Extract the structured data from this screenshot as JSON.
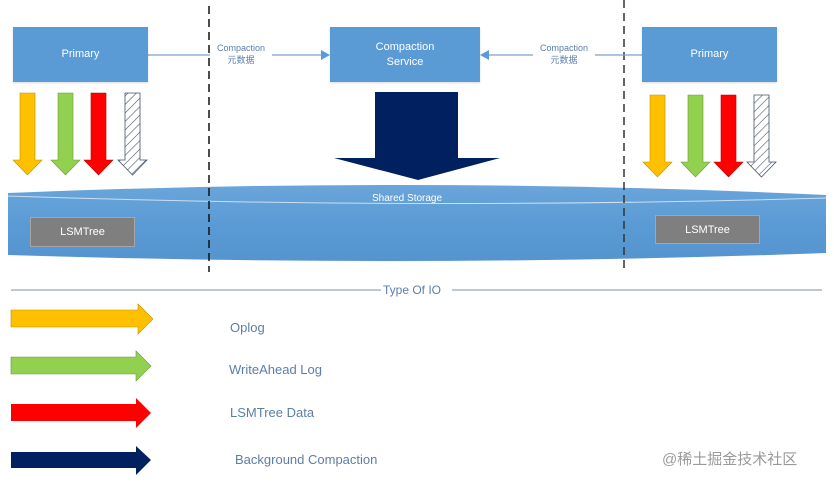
{
  "nodes": {
    "primary_left": "Primary",
    "compaction_service": "Compaction\nService",
    "primary_right": "Primary",
    "shared_storage": "Shared Storage",
    "lsmtree_left": "LSMTree",
    "lsmtree_right": "LSMTree"
  },
  "edges": {
    "left_label_line1": "Compaction",
    "left_label_line2": "元数据",
    "right_label_line1": "Compaction",
    "right_label_line2": "元数据"
  },
  "legend": {
    "title": "Type Of IO",
    "items": [
      {
        "label": "Oplog",
        "color": "#ffc000"
      },
      {
        "label": "WriteAhead Log",
        "color": "#92d050"
      },
      {
        "label": "LSMTree Data",
        "color": "#ff0000"
      },
      {
        "label": "Background Compaction",
        "color": "#002060"
      }
    ]
  },
  "colors": {
    "box": "#5b9bd5",
    "lsm": "#7f7f7f",
    "oplog": "#ffc000",
    "wal": "#92d050",
    "lsm_data": "#ff0000",
    "compaction": "#002060"
  },
  "watermark": "@稀土掘金技术社区"
}
